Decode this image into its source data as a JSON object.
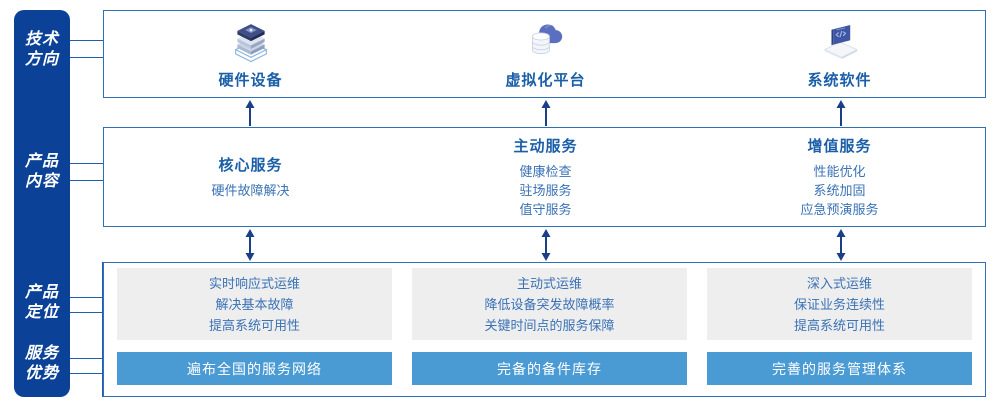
{
  "rail": {
    "sections": [
      {
        "name": "tech-direction",
        "line1": "技术",
        "line2": "方向"
      },
      {
        "name": "product-content",
        "line1": "产品",
        "line2": "内容"
      },
      {
        "name": "product-position",
        "line1": "产品",
        "line2": "定位"
      },
      {
        "name": "service-advantage",
        "line1": "服务",
        "line2": "优势"
      }
    ]
  },
  "tech_row": {
    "items": [
      {
        "icon": "server-stack-icon",
        "label": "硬件设备"
      },
      {
        "icon": "cloud-database-icon",
        "label": "虚拟化平台"
      },
      {
        "icon": "laptop-code-icon",
        "label": "系统软件"
      }
    ]
  },
  "content_row": {
    "items": [
      {
        "title": "核心服务",
        "lines": [
          "硬件故障解决"
        ]
      },
      {
        "title": "主动服务",
        "lines": [
          "健康检查",
          "驻场服务",
          "值守服务"
        ]
      },
      {
        "title": "增值服务",
        "lines": [
          "性能优化",
          "系统加固",
          "应急预演服务"
        ]
      }
    ]
  },
  "position_row": {
    "items": [
      {
        "lines": [
          "实时响应式运维",
          "解决基本故障",
          "提高系统可用性"
        ]
      },
      {
        "lines": [
          "主动式运维",
          "降低设备突发故障概率",
          "关键时间点的服务保障"
        ]
      },
      {
        "lines": [
          "深入式运维",
          "保证业务连续性",
          "提高系统可用性"
        ]
      }
    ]
  },
  "advantage_row": {
    "items": [
      {
        "label": "遍布全国的服务网络"
      },
      {
        "label": "完备的备件库存"
      },
      {
        "label": "完善的服务管理体系"
      }
    ]
  },
  "colors": {
    "rail_blue": "#0b4298",
    "panel_border": "#2e6fb7",
    "title_blue": "#1b5fa8",
    "body_blue": "#3a72b5",
    "gray_box": "#eeeeee",
    "bar_blue": "#4a9bd4",
    "arrow_navy": "#1b3f86"
  }
}
